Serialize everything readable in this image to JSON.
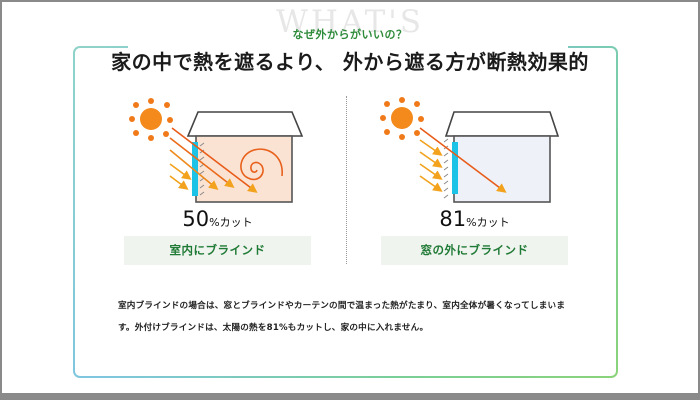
{
  "header": {
    "bg_word": "WHAT'S",
    "subtitle": "なぜ外からがいいの？",
    "title": "家の中で熱を遮るより、 外から遮る方が断熱効果的"
  },
  "colors": {
    "accent_green": "#2e8b3a",
    "label_bg": "#eff4ee",
    "sun_orange": "#f08a1e",
    "blind_cyan": "#1cc3e6",
    "warm_room": "#fbe3d4",
    "cool_room": "#eef2f8"
  },
  "comparison": [
    {
      "id": "inside",
      "percent": "50",
      "unit": "%カット",
      "label": "室内にブラインド",
      "room_state": "warm-with-heat-spiral"
    },
    {
      "id": "outside",
      "percent": "81",
      "unit": "%カット",
      "label": "窓の外にブラインド",
      "room_state": "cool"
    }
  ],
  "description": {
    "line1": "室内ブラインドの場合は、窓とブラインドやカーテンの間で温まった熱がたまり、室内全体が暑くなってしまいま",
    "line2": "す。外付けブラインドは、太陽の熱を81%もカットし、家の中に入れません。"
  },
  "icons": [
    "sun-icon",
    "house-icon",
    "blind-icon",
    "heat-spiral-icon",
    "arrow-icon"
  ]
}
